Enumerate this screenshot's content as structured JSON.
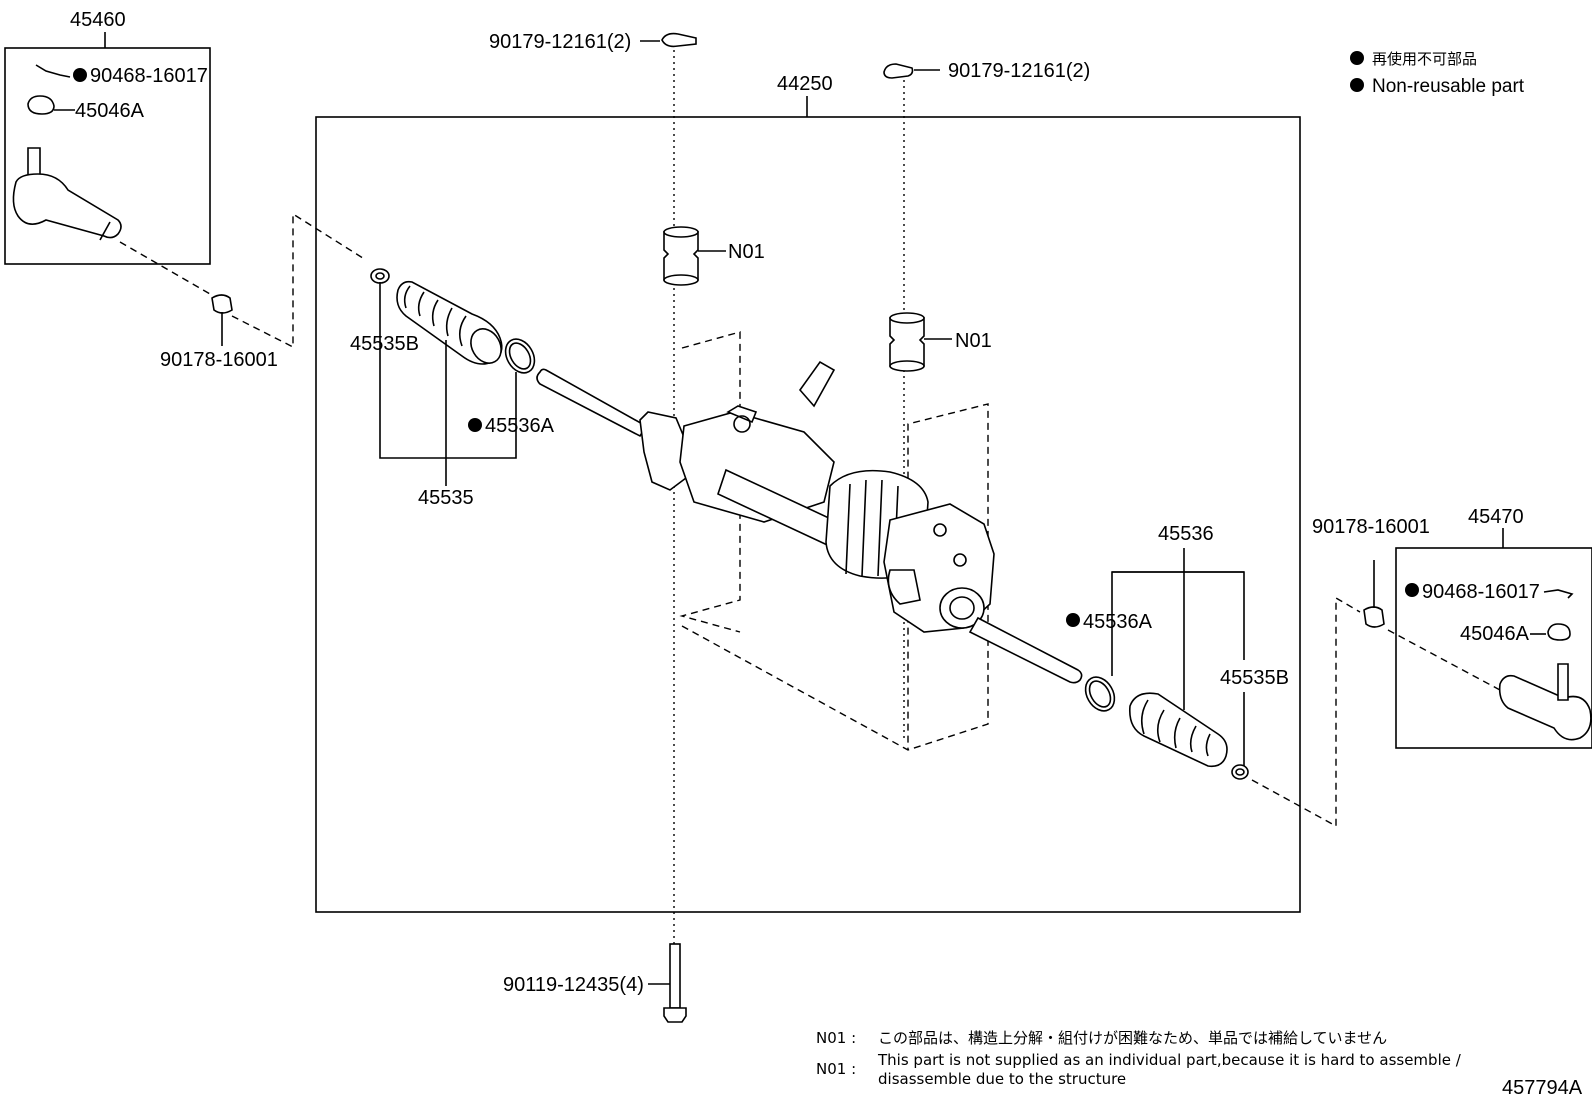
{
  "legend": {
    "jp": "再使用不可部品",
    "en": "Non-reusable part"
  },
  "assemblies": {
    "left_tie_rod_end": "45460",
    "right_tie_rod_end": "45470",
    "gear_assembly": "44250"
  },
  "callouts": {
    "left_inner_ring": "90468-16017",
    "left_cap": "45046A",
    "left_nut": "90178-16001",
    "left_clip": "45535B",
    "left_clamp": "45536A",
    "left_boot_set": "45535",
    "bushing_upper": "N01",
    "bushing_lower": "N01",
    "bracket_left": "90179-12161(2)",
    "bracket_right": "90179-12161(2)",
    "bolt": "90119-12435(4)",
    "right_boot_set": "45536",
    "right_clamp": "45536A",
    "right_clip": "45535B",
    "right_nut": "90178-16001",
    "right_inner_ring": "90468-16017",
    "right_cap": "45046A"
  },
  "notes": {
    "n01_label_1": "N01 :",
    "n01_jp": "この部品は、構造上分解・組付けが困難なため、単品では補給していません",
    "n01_label_2": "N01 :",
    "n01_en_line1": "This part is not supplied as an individual part,because it is hard to assemble /",
    "n01_en_line2": "disassemble due to the structure"
  },
  "figure_id": "457794A"
}
